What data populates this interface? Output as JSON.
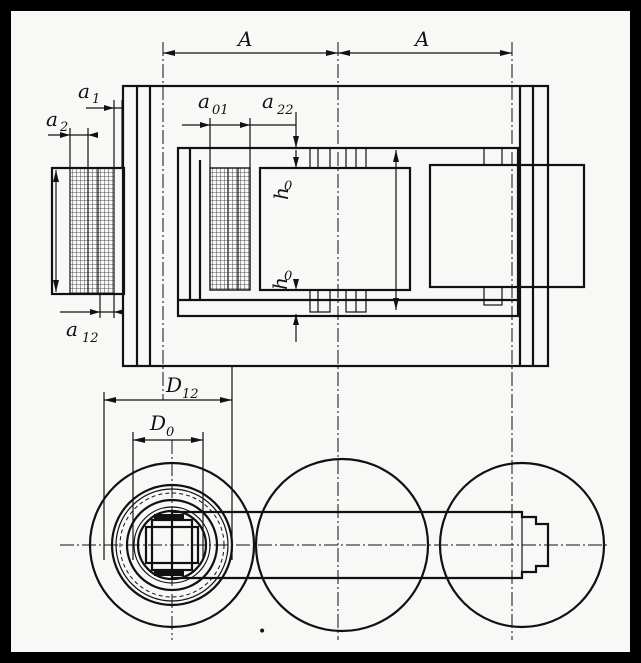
{
  "figure": {
    "labels": {
      "a_left": "A",
      "a_right": "A",
      "a1": "a",
      "a1_sub": "1",
      "a2": "a",
      "a2_sub": "2",
      "a01": "a",
      "a01_sub": "01",
      "a22": "a",
      "a22_sub": "22",
      "a12": "a",
      "a12_sub": "12",
      "h0_top": "h",
      "h0_top_sub": "0",
      "h0_bot": "h",
      "h0_bot_sub": "0",
      "d12": "D",
      "d12_sub": "12",
      "d0": "D",
      "d0_sub": "0"
    }
  }
}
